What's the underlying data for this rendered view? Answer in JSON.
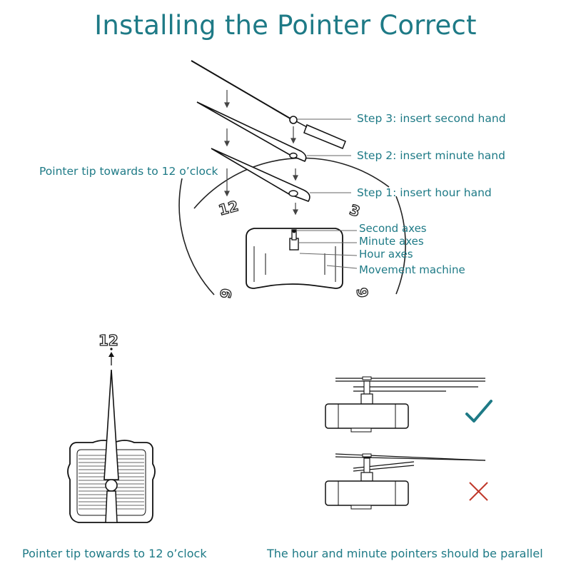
{
  "title": "Installing the Pointer Correct",
  "top_diagram": {
    "step3": "Step 3: insert second hand",
    "step2": "Step 2: insert minute hand",
    "step1": "Step 1: insert hour hand",
    "pointer_tip_label": "Pointer tip towards to 12 o’clock",
    "second_axes": "Second axes",
    "minute_axes": "Minute axes",
    "hour_axes": "Hour axes",
    "movement_machine": "Movement machine",
    "dial_numbers": {
      "n12": "12",
      "n3": "3",
      "n9": "9",
      "n6": "6"
    }
  },
  "bottom_left": {
    "number": "12",
    "caption": "Pointer tip towards to 12 o’clock"
  },
  "bottom_right": {
    "caption": "The hour and minute pointers should be parallel",
    "correct_mark": "check-icon",
    "wrong_mark": "cross-icon"
  },
  "colors": {
    "accent": "#1e7a86",
    "line": "#111111",
    "wrong": "#c0392b"
  }
}
